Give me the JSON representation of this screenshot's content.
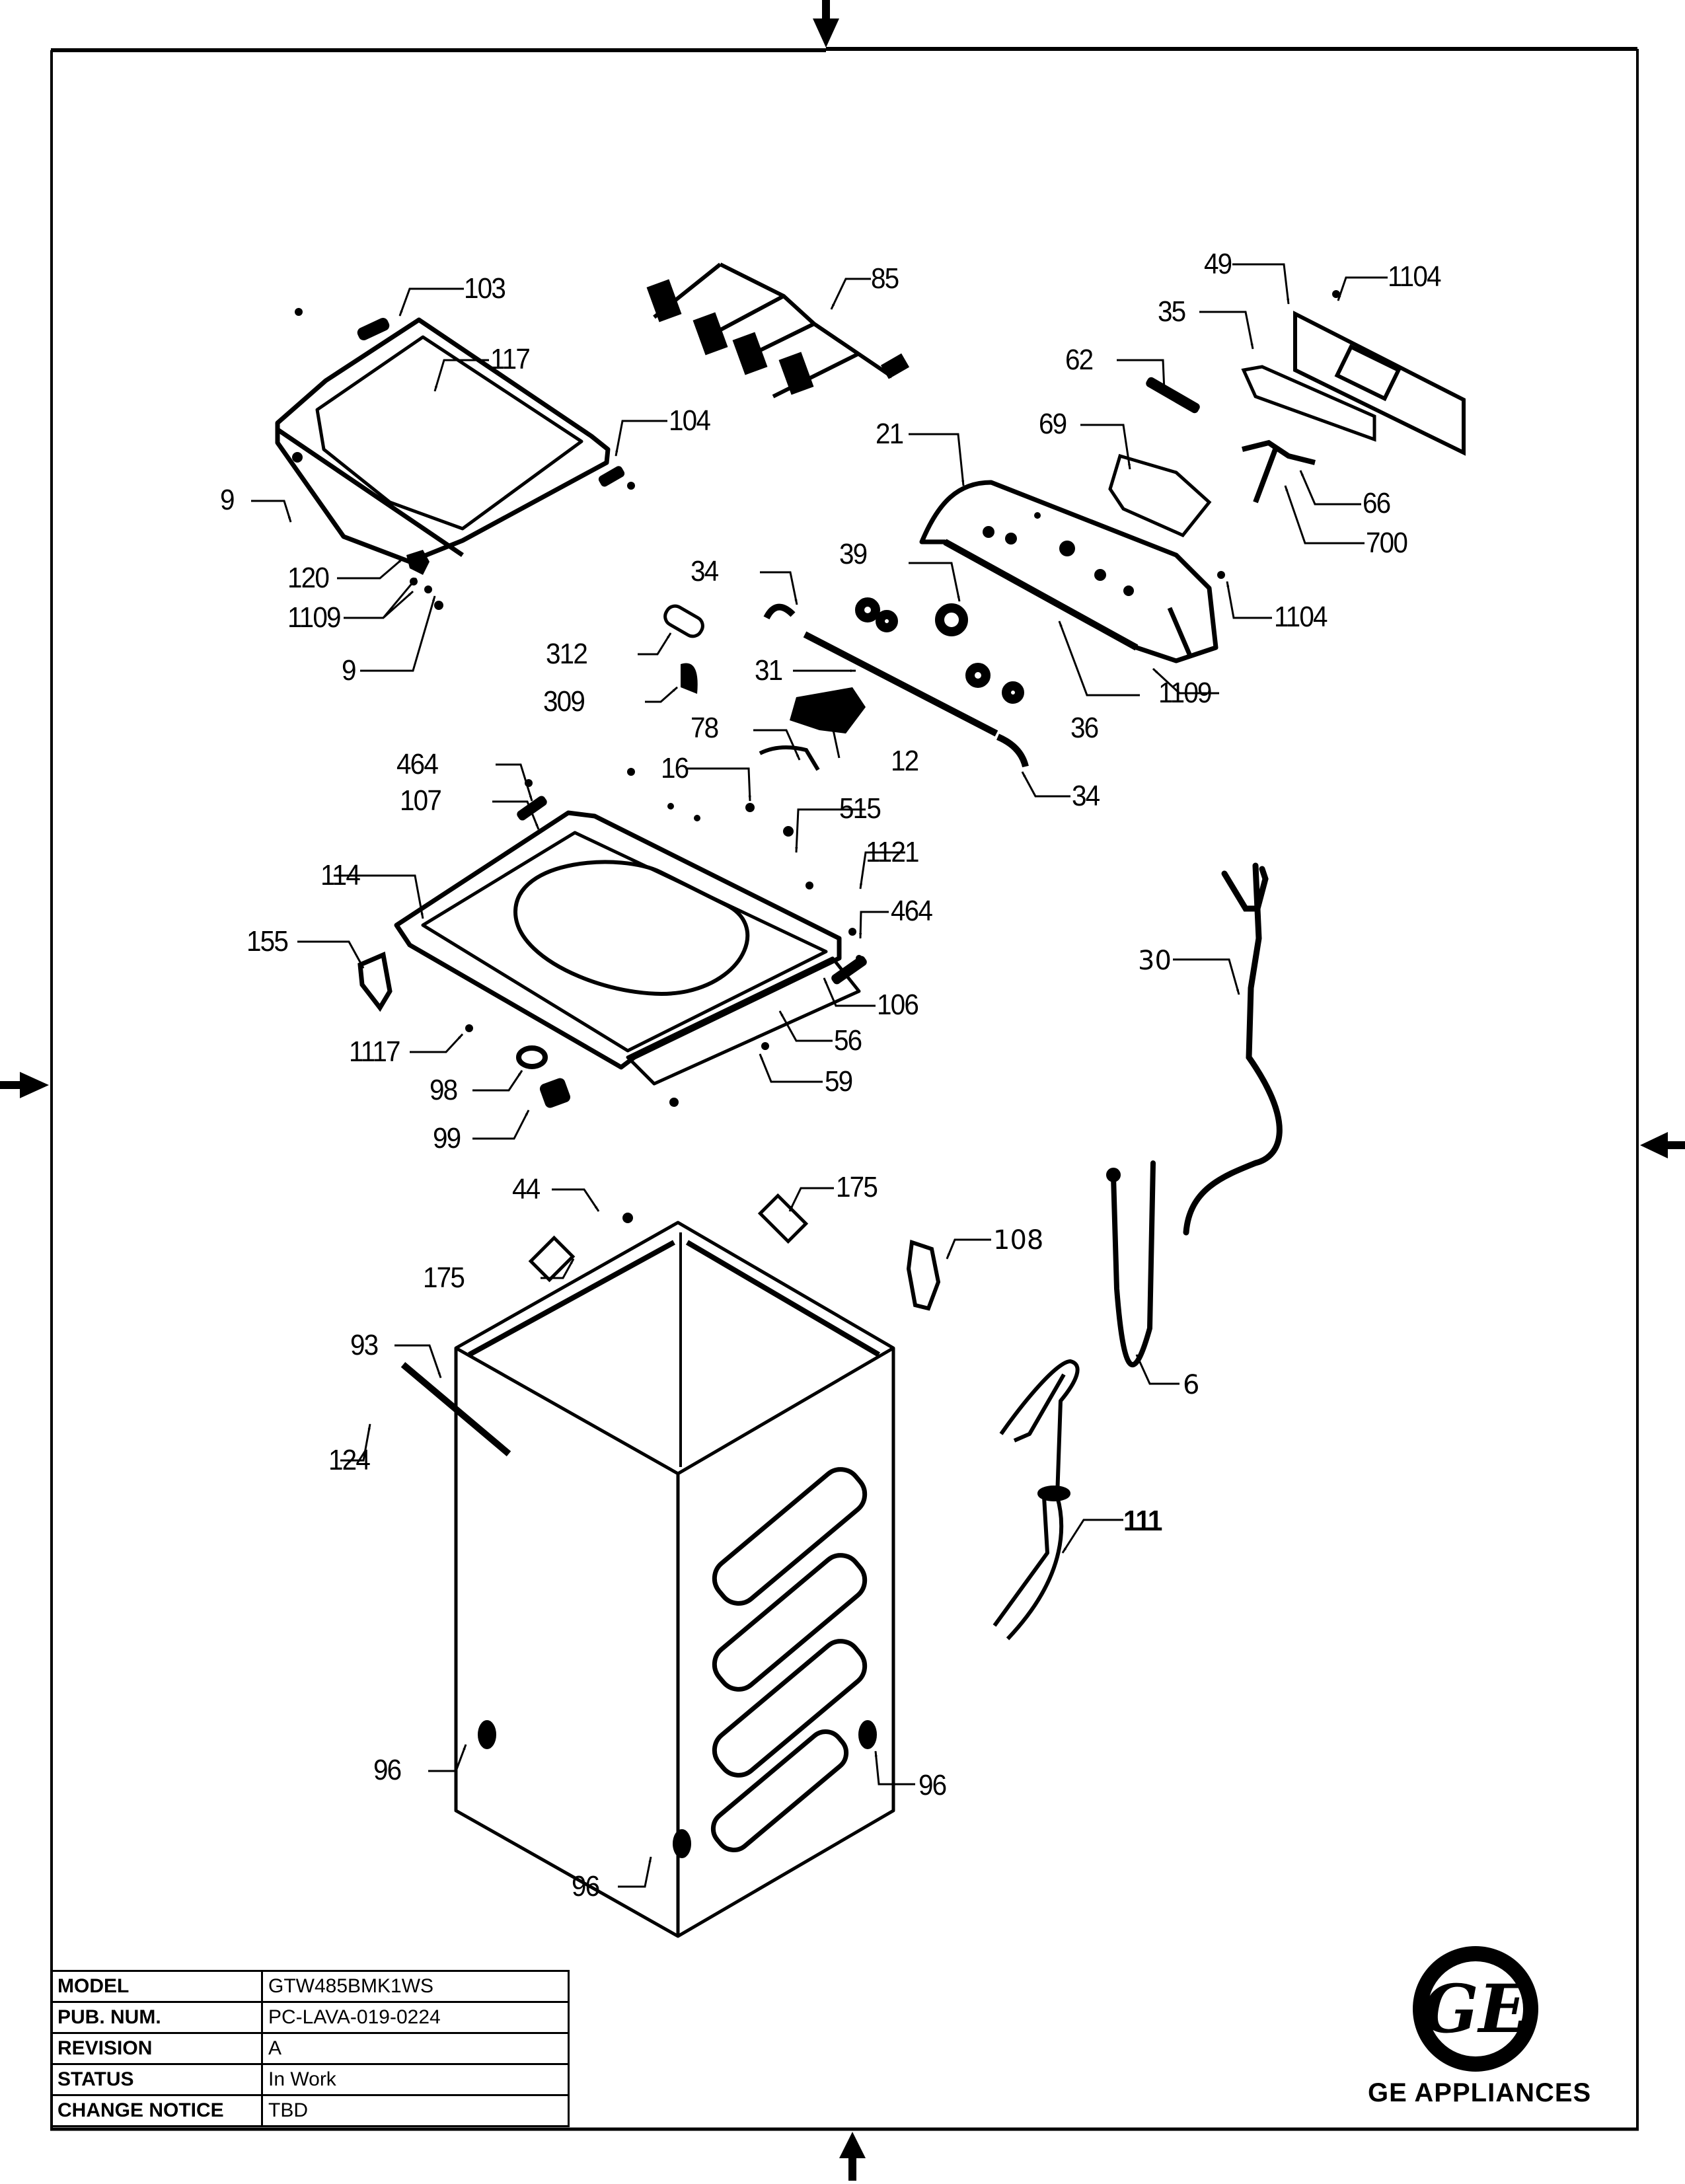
{
  "document": {
    "type": "exploded parts diagram",
    "subject": "top-load washer cabinet, controls and lid assembly"
  },
  "title_block": {
    "rows": [
      {
        "key": "MODEL",
        "value": "GTW485BMK1WS"
      },
      {
        "key": "PUB. NUM.",
        "value": "PC-LAVA-019-0224"
      },
      {
        "key": "REVISION",
        "value": "A"
      },
      {
        "key": "STATUS",
        "value": "In Work"
      },
      {
        "key": "CHANGE NOTICE",
        "value": "TBD"
      }
    ]
  },
  "brand": {
    "logo_icon": "ge-monogram-icon",
    "name": "GE APPLIANCES"
  },
  "callouts": {
    "c103": "103",
    "c117": "117",
    "c104": "104",
    "c9a": "9",
    "c120": "120",
    "c1109a": "1109",
    "c9b": "9",
    "c85": "85",
    "c49": "49",
    "c1104a": "1104",
    "c35": "35",
    "c62": "62",
    "c69": "69",
    "c21": "21",
    "c66": "66",
    "c700": "700",
    "c1104b": "1104",
    "c39": "39",
    "c34a": "34",
    "c312": "312",
    "c31": "31",
    "c309": "309",
    "c1109b": "1109",
    "c36": "36",
    "c78": "78",
    "c12": "12",
    "c34b": "34",
    "c464a": "464",
    "c16": "16",
    "c515": "515",
    "c107": "107",
    "c1121": "1121",
    "c114": "114",
    "c464b": "464",
    "c155": "155",
    "c106": "106",
    "c56": "56",
    "c1117": "1117",
    "c59": "59",
    "c98": "98",
    "c99": "99",
    "c30": "30",
    "c44": "44",
    "c175a": "175",
    "c175b": "175",
    "c108": "108",
    "c93": "93",
    "c6": "6",
    "c124": "124",
    "c111": "111",
    "c96a": "96",
    "c96b": "96",
    "c96c": "96"
  }
}
